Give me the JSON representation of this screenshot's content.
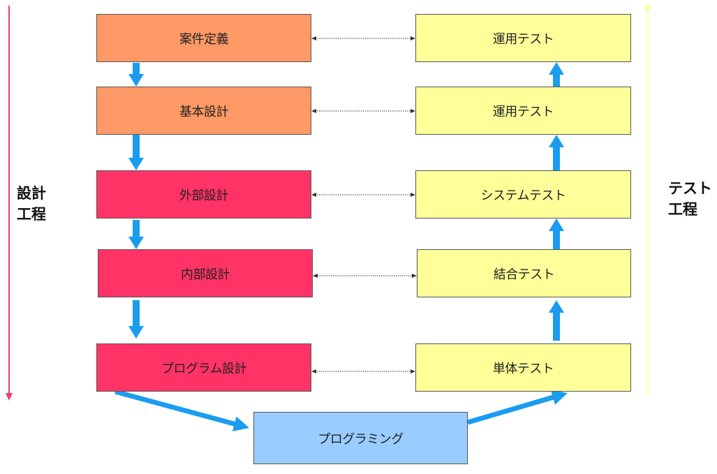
{
  "design_phase_label": "設計\n工程",
  "test_phase_label": "テスト\n工程",
  "design_boxes": [
    {
      "label": "案件定義",
      "color": "#ff9966"
    },
    {
      "label": "基本設計",
      "color": "#ff9966"
    },
    {
      "label": "外部設計",
      "color": "#ff3366"
    },
    {
      "label": "内部設計",
      "color": "#ff3366"
    },
    {
      "label": "プログラム設計",
      "color": "#ff3366"
    }
  ],
  "test_boxes": [
    {
      "label": "運用テスト",
      "color": "#ffff99"
    },
    {
      "label": "運用テスト",
      "color": "#ffff99"
    },
    {
      "label": "システムテスト",
      "color": "#ffff99"
    },
    {
      "label": "結合テスト",
      "color": "#ffff99"
    },
    {
      "label": "単体テスト",
      "color": "#ffff99"
    }
  ],
  "programming_box": {
    "label": "プログラミング",
    "color": "#99ccff"
  },
  "colors": {
    "flow_arrow": "#1a9cf0",
    "design_axis": "#e6406a",
    "test_axis": "#ffff99",
    "dotted_connector": "#333333"
  }
}
